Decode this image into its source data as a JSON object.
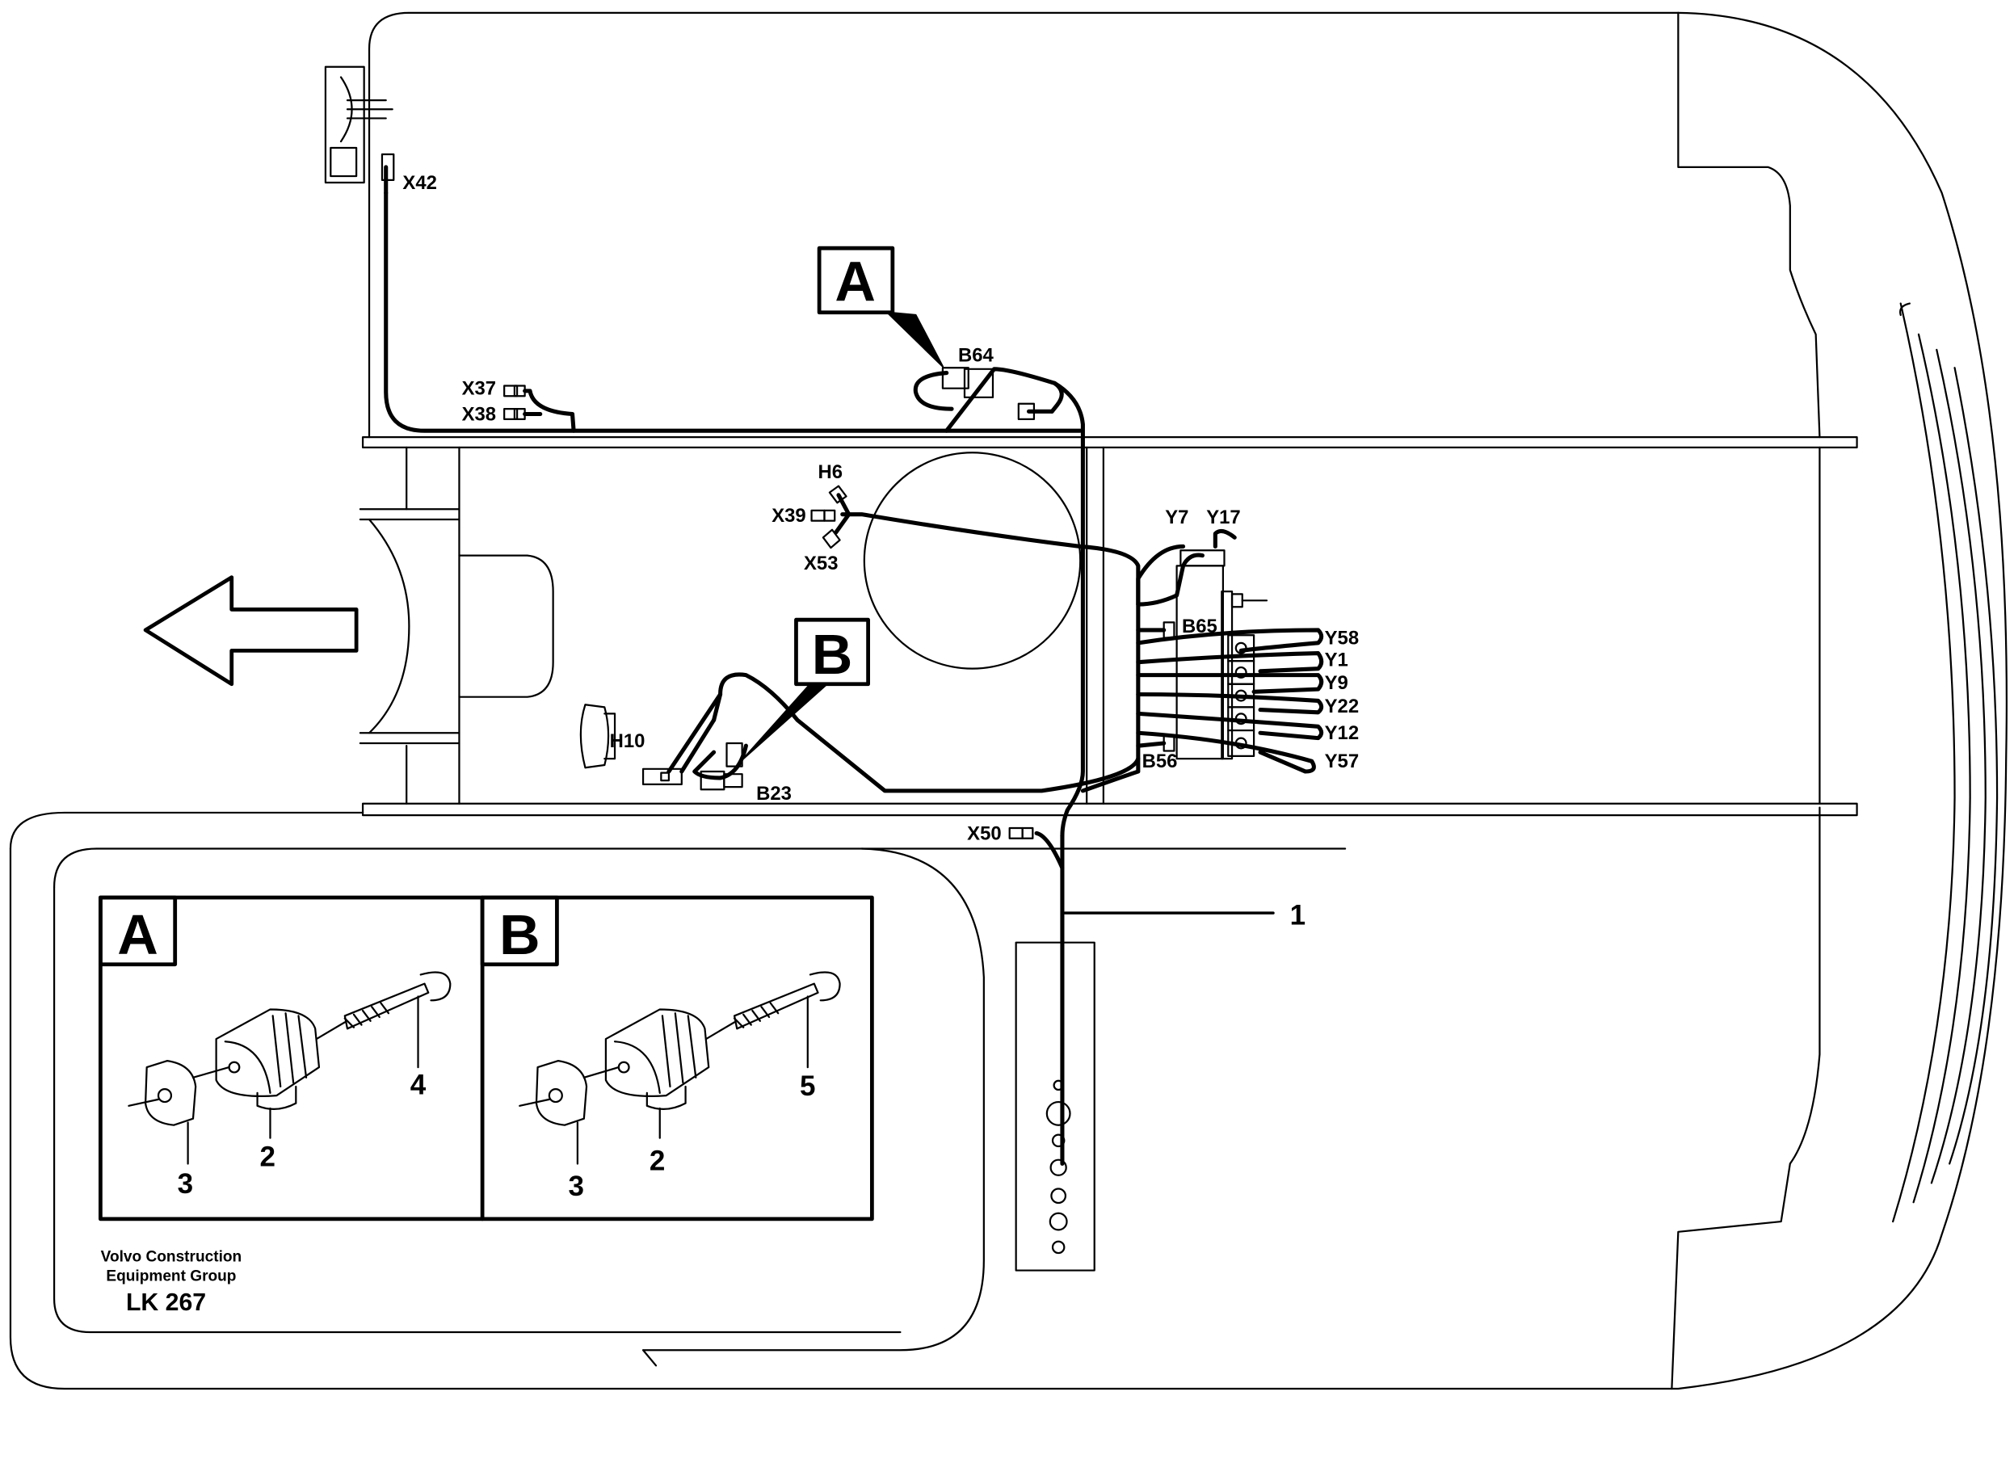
{
  "callouts": {
    "A": "A",
    "B": "B"
  },
  "components": {
    "X42": "X42",
    "X37": "X37",
    "X38": "X38",
    "B64": "B64",
    "H6": "H6",
    "X39": "X39",
    "X53": "X53",
    "Y7": "Y7",
    "Y17": "Y17",
    "B65": "B65",
    "Y58": "Y58",
    "Y1": "Y1",
    "Y9": "Y9",
    "Y22": "Y22",
    "Y12": "Y12",
    "Y57": "Y57",
    "B56": "B56",
    "H10": "H10",
    "B23": "B23",
    "X50": "X50"
  },
  "harness_label": "1",
  "detail": {
    "A": {
      "letter": "A",
      "parts": [
        "3",
        "2",
        "4"
      ]
    },
    "B": {
      "letter": "B",
      "parts": [
        "3",
        "2",
        "5"
      ]
    }
  },
  "footer": {
    "company_line1": "Volvo Construction",
    "company_line2": "Equipment Group",
    "code": "LK 267"
  },
  "colors": {
    "ink": "#000000",
    "paper": "#ffffff"
  }
}
